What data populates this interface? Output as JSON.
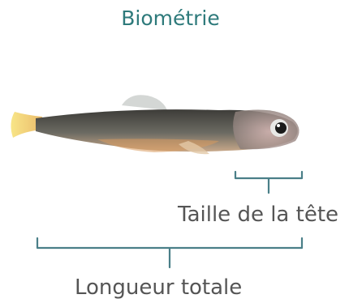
{
  "title": "Biométrie",
  "labels": {
    "head_length": "Taille de la tête",
    "total_length": "Longueur totale"
  },
  "colors": {
    "title": "#2e7a7b",
    "bracket": "#4a7f88",
    "label": "#555555"
  }
}
